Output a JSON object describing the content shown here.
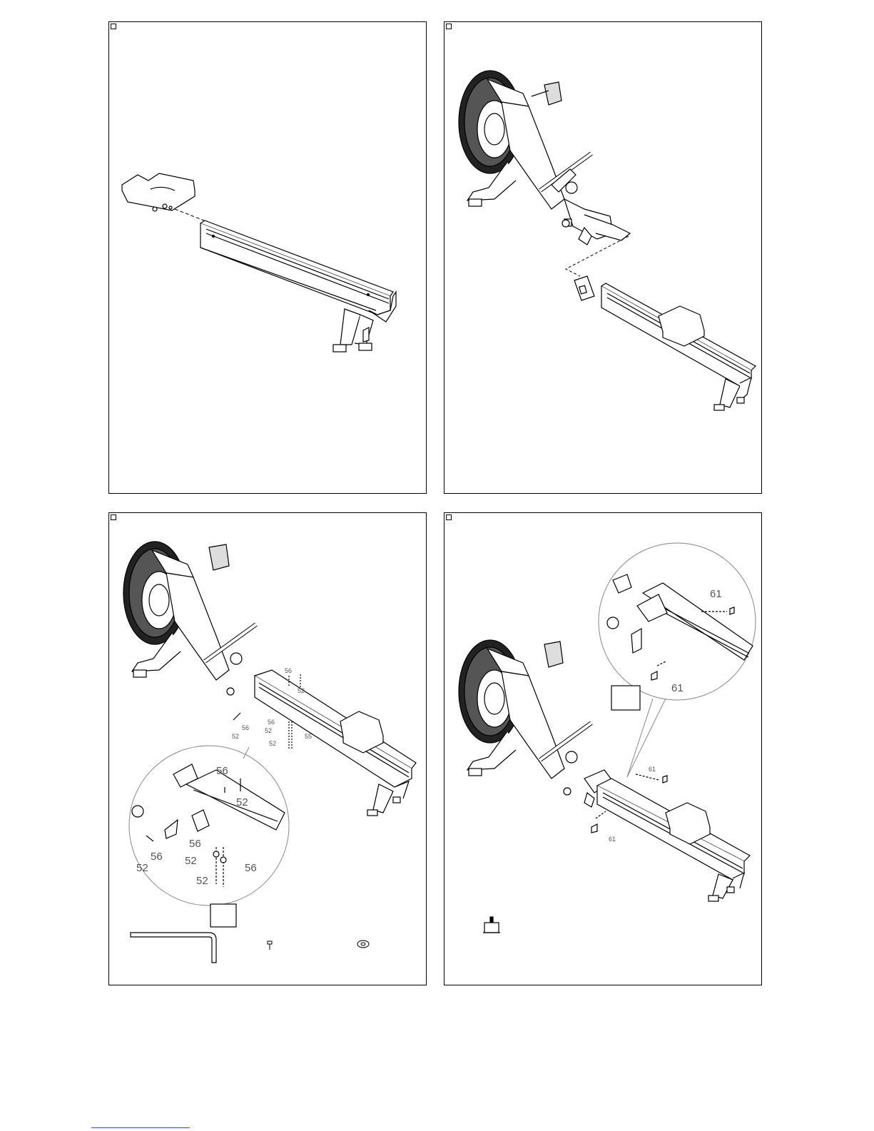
{
  "panels": {
    "p3": {
      "callouts": {
        "a56": "56",
        "a52": "52",
        "b56": "56",
        "b52": "52",
        "c56": "56",
        "c52": "52",
        "d52": "52",
        "e55": "55"
      },
      "detail_labels": {
        "d56": "56",
        "d52": "52",
        "l52": "52",
        "l56": "56",
        "m56": "56",
        "m52": "52",
        "n56": "56",
        "n52": "52"
      }
    },
    "p4": {
      "callouts": {
        "a61": "61",
        "b61": "61"
      },
      "detail_labels": {
        "d61a": "61",
        "d61b": "61"
      }
    }
  },
  "colors": {
    "line": "#000000",
    "light": "#888888",
    "link": "#2a3cff"
  },
  "icons": [
    "seat-icon",
    "rail-icon",
    "rowing-machine-icon",
    "monitor-icon",
    "allen-key-icon",
    "bolt-icon",
    "washer-icon",
    "end-cap-icon"
  ]
}
